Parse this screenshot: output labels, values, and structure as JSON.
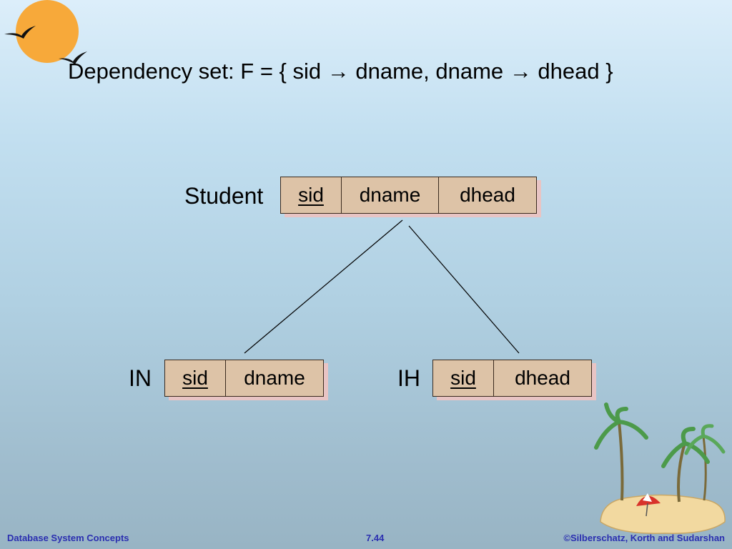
{
  "title": "Dependency set: F = { sid → dname, dname → dhead }",
  "relations": {
    "student": {
      "name": "Student",
      "attrs": [
        "sid",
        "dname",
        "dhead"
      ]
    },
    "in": {
      "name": "IN",
      "attrs": [
        "sid",
        "dname"
      ]
    },
    "ih": {
      "name": "IH",
      "attrs": [
        "sid",
        "dhead"
      ]
    }
  },
  "footer": {
    "left": "Database System Concepts",
    "center": "7.44",
    "right": "©Silberschatz, Korth and Sudarshan"
  },
  "colors": {
    "cell_fill": "#ddc3a7",
    "cell_shadow": "#e8c4c4",
    "footer_text": "#2b2fb0"
  }
}
